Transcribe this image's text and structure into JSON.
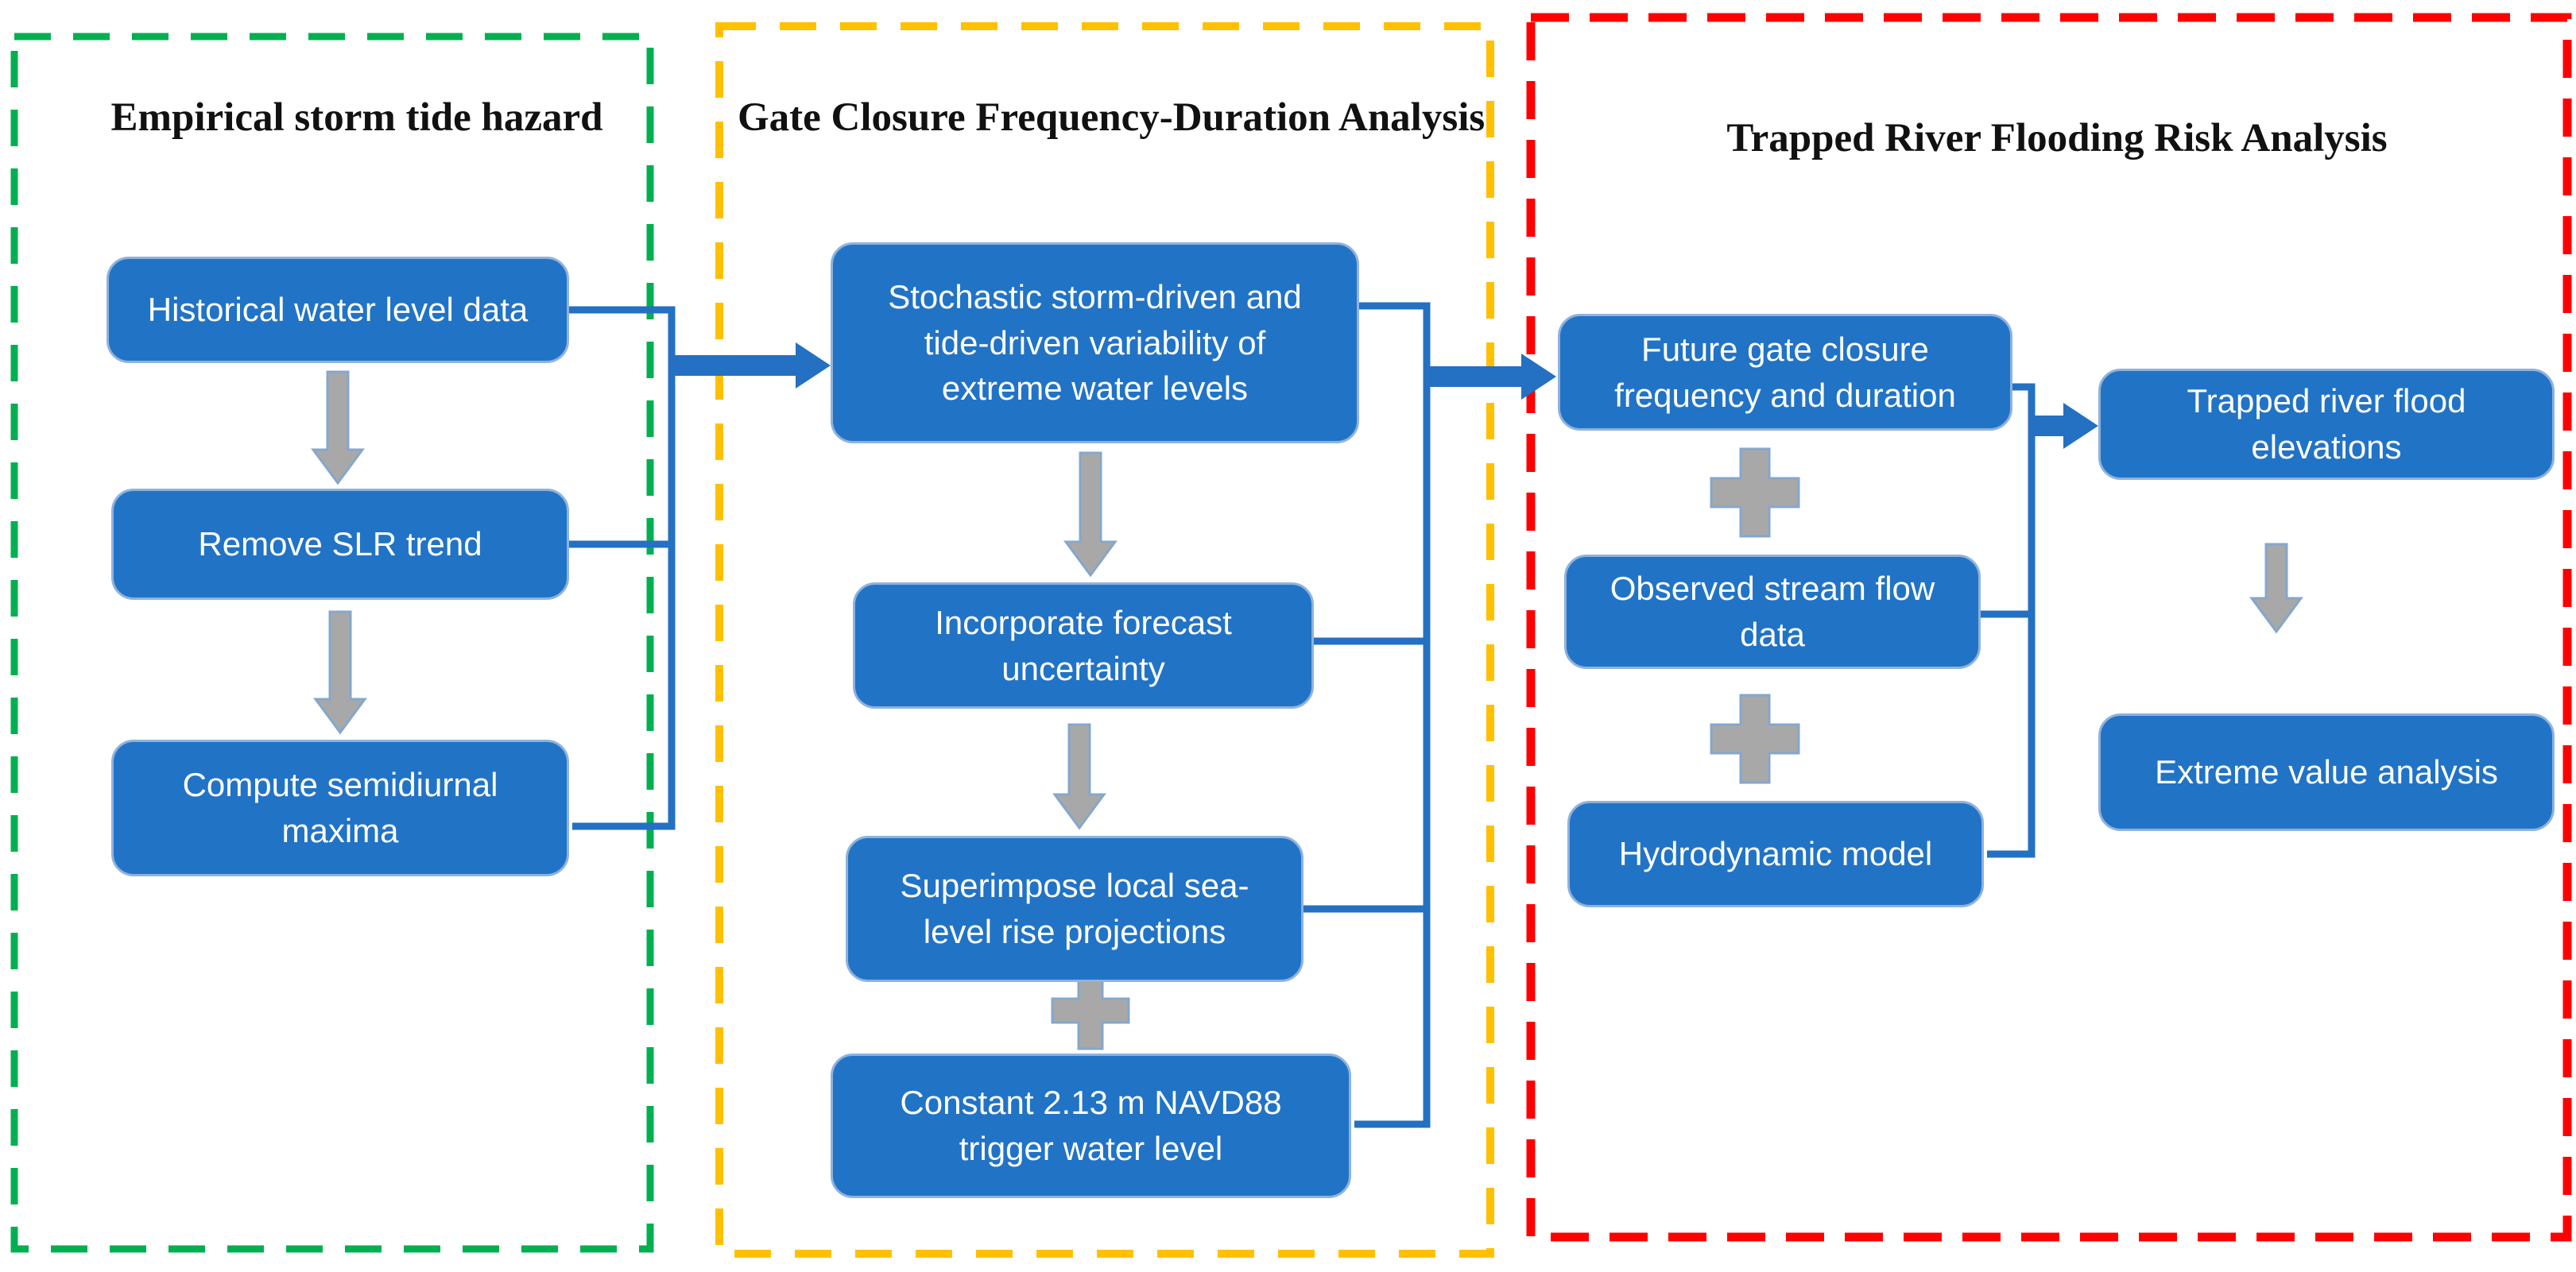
{
  "diagram": {
    "type": "flowchart",
    "colors": {
      "box_fill": "#2173c6",
      "box_border": "#8fb2dd",
      "box_text": "#ffffff",
      "connector": "#2470c2",
      "gray_shape": "#a8a8a8",
      "gray_shape_border": "#84a7cc",
      "panel_green": "#00b050",
      "panel_yellow": "#ffc000",
      "panel_red": "#fe0000",
      "title_text": "#111111",
      "background": "#ffffff"
    },
    "panels": [
      {
        "id": "empirical",
        "title": "Empirical storm tide hazard",
        "border_color": "#00b050",
        "boxes": [
          {
            "label": "Historical water level data"
          },
          {
            "label": "Remove SLR trend"
          },
          {
            "label": "Compute semidiurnal\nmaxima"
          }
        ]
      },
      {
        "id": "gate-closure",
        "title": "Gate Closure Frequency-Duration Analysis",
        "border_color": "#ffc000",
        "boxes": [
          {
            "label": "Stochastic storm-driven and\ntide-driven variability of\nextreme water levels"
          },
          {
            "label": "Incorporate forecast\nuncertainty"
          },
          {
            "label": "Superimpose local sea-\nlevel rise projections"
          },
          {
            "label": "Constant 2.13 m NAVD88\ntrigger water level"
          }
        ]
      },
      {
        "id": "trapped-river",
        "title": "Trapped River Flooding Risk Analysis",
        "border_color": "#fe0000",
        "boxes": [
          {
            "label": "Future gate closure\nfrequency and duration"
          },
          {
            "label": "Observed stream flow\ndata"
          },
          {
            "label": "Hydrodynamic model"
          },
          {
            "label": "Trapped river flood\nelevations"
          },
          {
            "label": "Extreme value analysis"
          }
        ]
      }
    ]
  }
}
